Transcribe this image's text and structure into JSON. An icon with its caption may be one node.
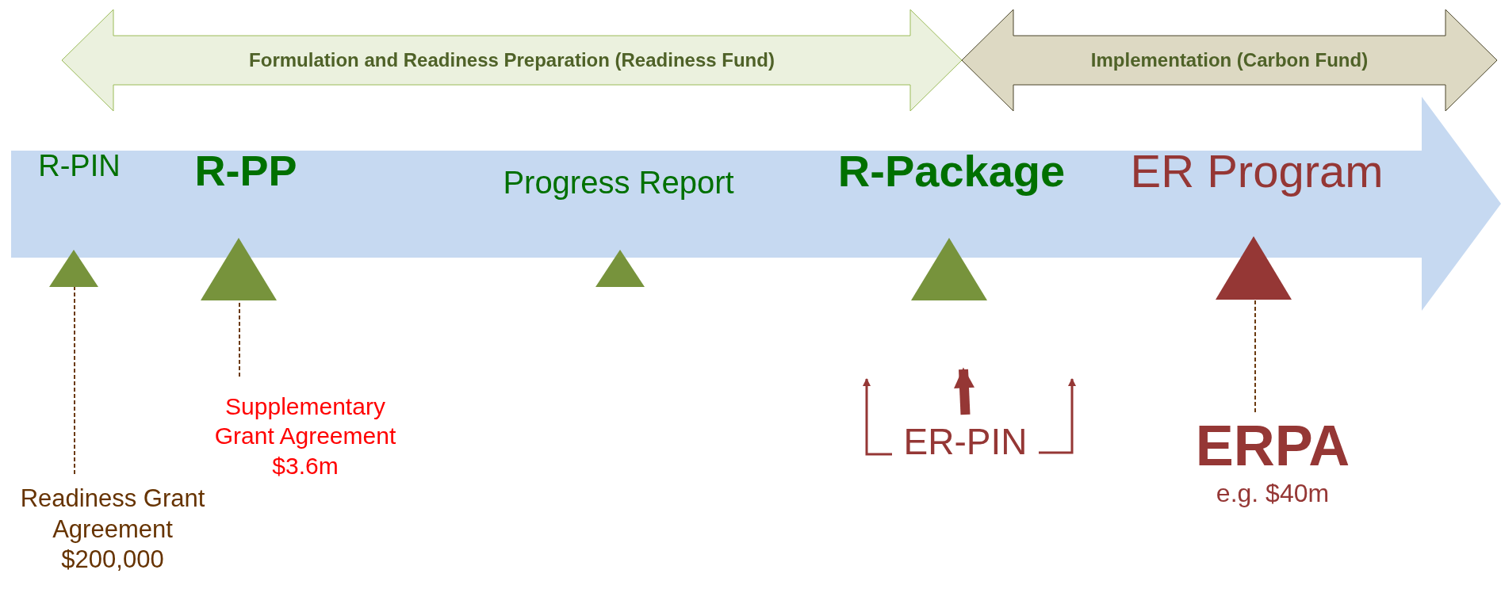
{
  "diagram": {
    "nodes": [
      {
        "text": [
          "Formulation and Readiness Preparation (Readiness Fund)"
        ]
      },
      {
        "text": [
          "Implementation (Carbon Fund)"
        ]
      },
      {
        "text": [],
        "shape": "arrow"
      },
      {
        "text": [
          "R-PIN"
        ],
        "in": 2
      },
      {
        "text": [
          "R-PP"
        ],
        "in": 2
      },
      {
        "text": [
          "Progress Report"
        ],
        "in": 2
      },
      {
        "text": [
          "R-Package"
        ],
        "in": 2
      },
      {
        "text": [
          "ER Program"
        ],
        "in": 2
      },
      {
        "text": [],
        "shape": "triangle"
      },
      {
        "text": [],
        "shape": "triangle"
      },
      {
        "text": [],
        "shape": "triangle"
      },
      {
        "text": [],
        "shape": "triangle"
      },
      {
        "text": [],
        "shape": "triangle"
      },
      {
        "text": [
          "Readiness Grant Agreement $200,000"
        ]
      },
      {
        "text": [
          "Supplementary Grant Agreement $3.6m"
        ]
      },
      {
        "text": [
          "ER-PIN"
        ]
      },
      {
        "text": [
          "ERPA",
          "e.g. $40m"
        ]
      }
    ],
    "edges": [
      {
        "from": 13,
        "to": 8,
        "arrow": "none",
        "style": "dashed",
        "color": "#6b3a0f"
      },
      {
        "from": 14,
        "to": 9,
        "arrow": "none",
        "style": "dashed",
        "color": "#6b3a0f"
      },
      {
        "from": 16,
        "to": 12,
        "arrow": "none",
        "style": "dashed",
        "color": "#6b3a0f"
      },
      {
        "from": 15,
        "to": null,
        "arrow": "to",
        "color": "#953735"
      },
      {
        "from": 15,
        "to": null,
        "arrow": "to",
        "style": "thick",
        "color": "#953735"
      },
      {
        "from": 15,
        "to": null,
        "arrow": "to",
        "color": "#953735"
      }
    ]
  }
}
